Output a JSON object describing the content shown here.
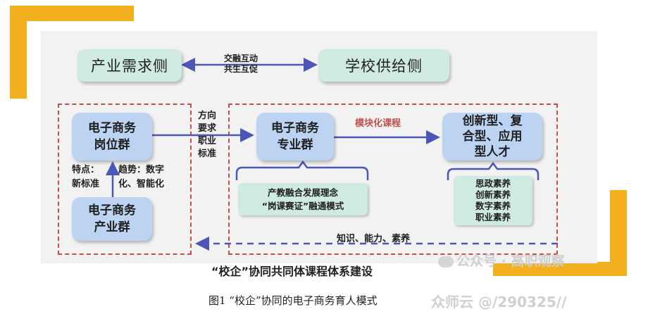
{
  "diagram": {
    "industry_demand_side": "产业需求侧",
    "school_supply_side": "学校供给侧",
    "interaction_label": "交融互动\n共生互促",
    "job_cluster": "电子商务\n岗位群",
    "industry_cluster": "电子商务\n产业群",
    "features_label": "特点：\n新标准",
    "trend_label": "趋势：数字\n化、智能化",
    "direction_label": "方向\n要求\n职业\n标准",
    "major_cluster": "电子商务\n专业群",
    "modular_course_label": "模块化课程",
    "talent_type": "创新型、复\n合型、应用\n型人才",
    "integration_mode": "产教融合发展理念\n“岗课赛证”融通模式",
    "literacy_list": "思政素养\n创新素养\n数字素养\n职业素养",
    "feedback_label": "知识、能力、素养",
    "diagram_title": "“校企”协同共同体课程体系建设"
  },
  "figure_caption": "图1 “校企”协同的电子商务育人模式",
  "watermarks": {
    "wechat": "公众号 · 高职观察",
    "forum": "众师云 @/290325//"
  },
  "colors": {
    "accent_yellow": "#f2b01e",
    "dash_red": "#c0504d",
    "arrow_blue": "#4b56b8",
    "box_blue": "#bcd3f2",
    "box_green": "#cfeadf"
  }
}
